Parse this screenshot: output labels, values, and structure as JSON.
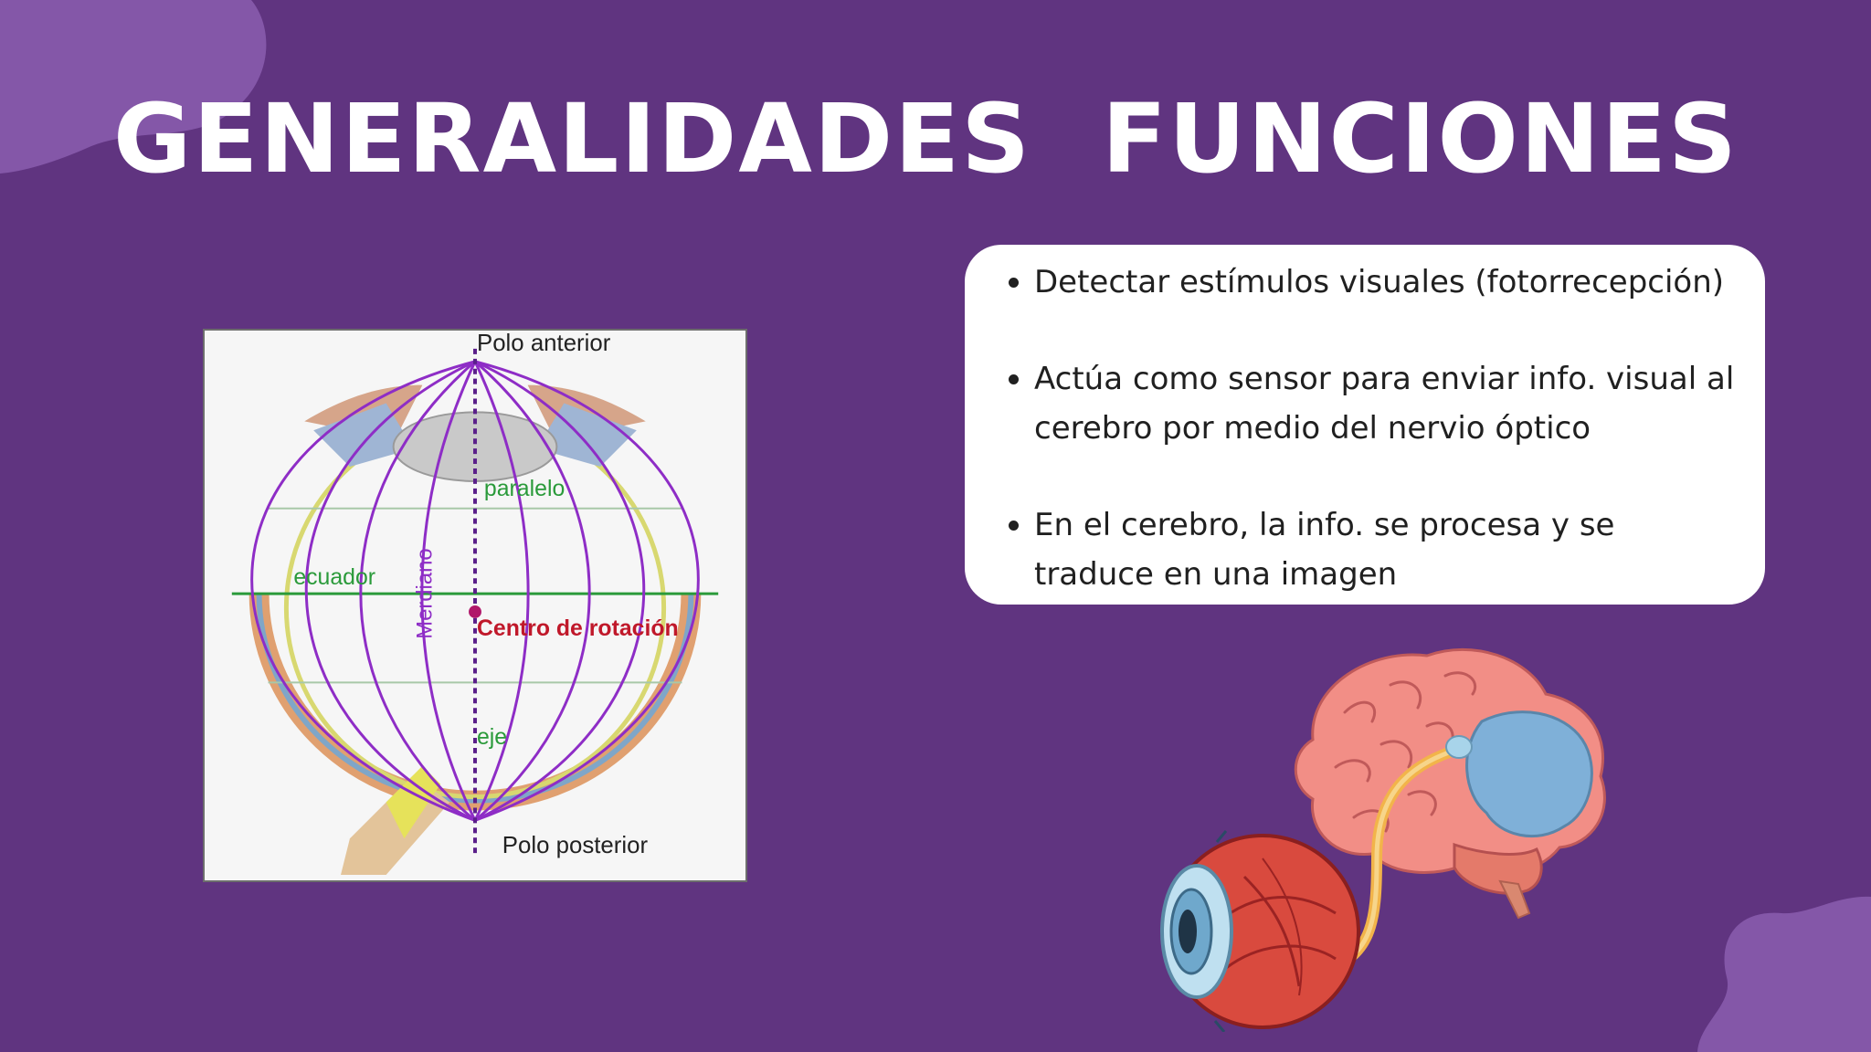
{
  "slide": {
    "title_left": "GENERALIDADES",
    "title_right": "FUNCIONES",
    "colors": {
      "background": "#603480",
      "blob": "#8457a8",
      "card": "#ffffff"
    }
  },
  "diagram": {
    "polo_anterior": "Polo anterior",
    "paralelo": "paralelo",
    "ecuador": "ecuador",
    "meridiano": "Merdiano",
    "centro": "Centro de rotación",
    "eje": "eje",
    "polo_posterior": "Polo posterior"
  },
  "functions": [
    "Detectar estímulos visuales (fotorrecepción)",
    "Actúa como sensor para enviar info. visual al cerebro por medio del nervio óptico",
    "En el cerebro, la info. se procesa y se traduce en una imagen"
  ]
}
